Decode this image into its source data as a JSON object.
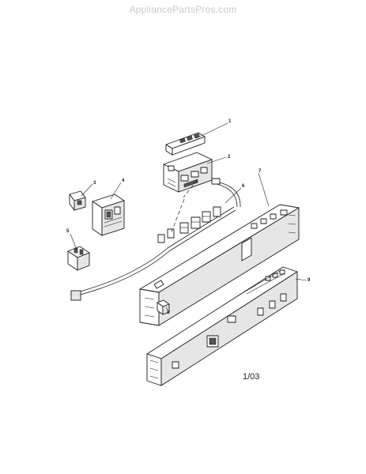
{
  "watermark": "AppliancePartsPros.com",
  "diagram": {
    "callouts": {
      "c1": "1",
      "c2": "2",
      "c3": "3",
      "c4": "4",
      "c5": "5",
      "c6": "6",
      "c7": "7",
      "c8": "8",
      "c9": "9"
    },
    "date_code": "1/03"
  }
}
